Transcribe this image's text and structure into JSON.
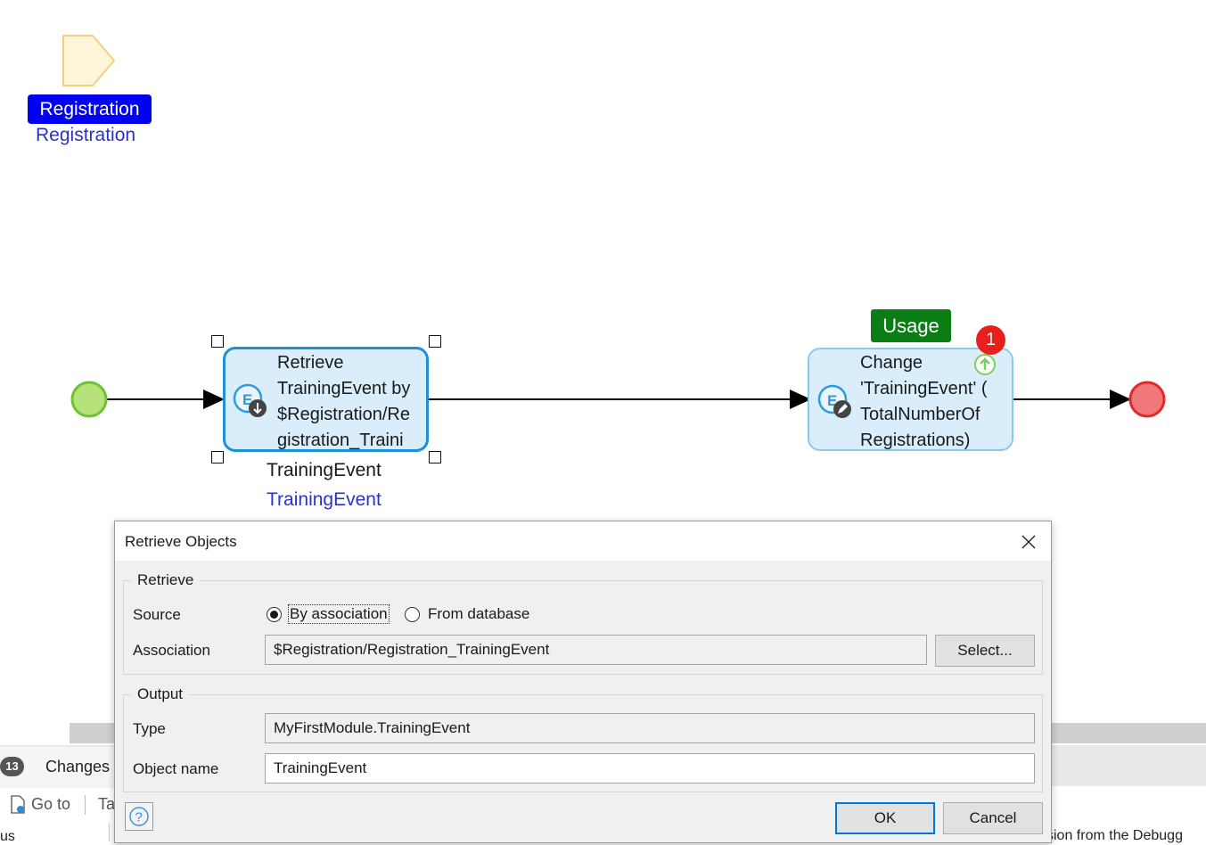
{
  "parameter": {
    "badge_label": "Registration",
    "name": "Registration"
  },
  "flow": {
    "retrieve_activity": {
      "lines": [
        "Retrieve",
        "TrainingEvent by",
        "$Registration/Re",
        "gistration_Traini"
      ],
      "output_label": "TrainingEvent",
      "output_variable": "TrainingEvent"
    },
    "change_activity": {
      "lines": [
        "Change",
        "'TrainingEvent' (",
        "TotalNumberOf",
        "Registrations)"
      ],
      "usage_badge": "Usage",
      "error_count": "1"
    },
    "colors": {
      "start_event": "#b5e27a",
      "end_event": "#f0787a",
      "activity_fill": "#d9edfa",
      "selected_border": "#1e8fd8"
    }
  },
  "bottom_pane": {
    "count_badge": "13",
    "changes_tab": "Changes",
    "goto_label": "Go to",
    "next_tab_fragment": "Ta",
    "left_fragment": "us",
    "right_fragment": "sion from the Debugg"
  },
  "dialog": {
    "title": "Retrieve Objects",
    "retrieve_group": {
      "label": "Retrieve",
      "source_label": "Source",
      "source_options": [
        "By association",
        "From database"
      ],
      "source_selected": "By association",
      "association_label": "Association",
      "association_value": "$Registration/Registration_TrainingEvent",
      "select_button": "Select..."
    },
    "output_group": {
      "label": "Output",
      "type_label": "Type",
      "type_value": "MyFirstModule.TrainingEvent",
      "object_name_label": "Object name",
      "object_name_value": "TrainingEvent"
    },
    "ok_button": "OK",
    "cancel_button": "Cancel"
  }
}
